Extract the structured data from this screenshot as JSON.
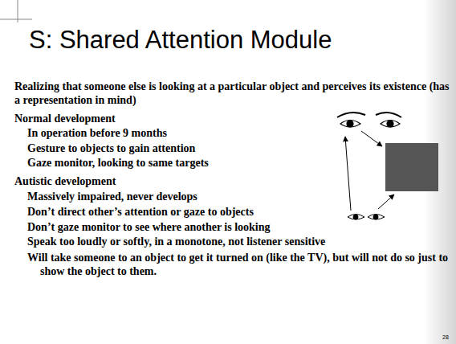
{
  "diagram": {
    "title": "S: Shared Attention Module",
    "labels": [
      "Realizing that someone else is looking at a particular object and perceives its existence (has a representation in mind)",
      "Normal development",
      "In operation before 9 months",
      "Gesture to objects to gain attention",
      "Gaze monitor, looking to same targets",
      "Autistic development",
      "Massively impaired, never develops",
      "Don’t direct other’s attention or gaze to objects",
      "Don’t gaze monitor to see where another is looking",
      "Speak too loudly or softly, in a monotone, not listener sensitive",
      "Will take someone to an object to get it turned on (like the TV), but will not do so just to show the object to them.",
      "28"
    ]
  }
}
